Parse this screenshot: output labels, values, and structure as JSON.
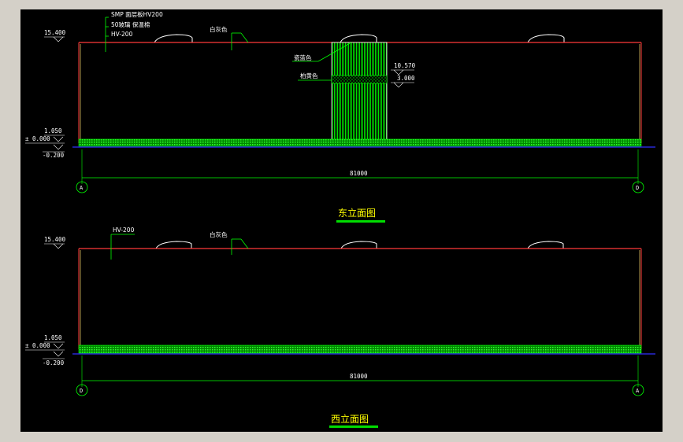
{
  "colors": {
    "background_outer": "#d4d0c8",
    "canvas": "#000000",
    "roof_line": "#ff3b3b",
    "wall_line": "#e0c060",
    "ground_line": "#3030ff",
    "hatch": "#00e000",
    "dim_line": "#00ff00",
    "label_text": "#ffffff",
    "title_text": "#ffff00",
    "title_underline": "#00dd00"
  },
  "east_elevation": {
    "title": "东立面图",
    "level_top": "15.400",
    "level_mid": "1.050",
    "level_zero": "± 0.000",
    "level_bottom": "-0.200",
    "level_right_1": "10.570",
    "level_right_2": "3.000",
    "note_1": "SMP 面层板HV200",
    "note_2": "50玻璃 保温棉",
    "note_3": "HV-200",
    "note_white": "白灰色",
    "note_blue": "瓷蓝色",
    "note_yellow": "柏黄色",
    "dimension": "81000",
    "axis_left": "A",
    "axis_right": "D"
  },
  "west_elevation": {
    "title": "西立面图",
    "level_top": "15.400",
    "level_mid": "1.050",
    "level_zero": "± 0.000",
    "level_bottom": "-0.200",
    "note_hv": "HV-200",
    "note_white": "白灰色",
    "dimension": "81000",
    "axis_left": "D",
    "axis_right": "A"
  }
}
